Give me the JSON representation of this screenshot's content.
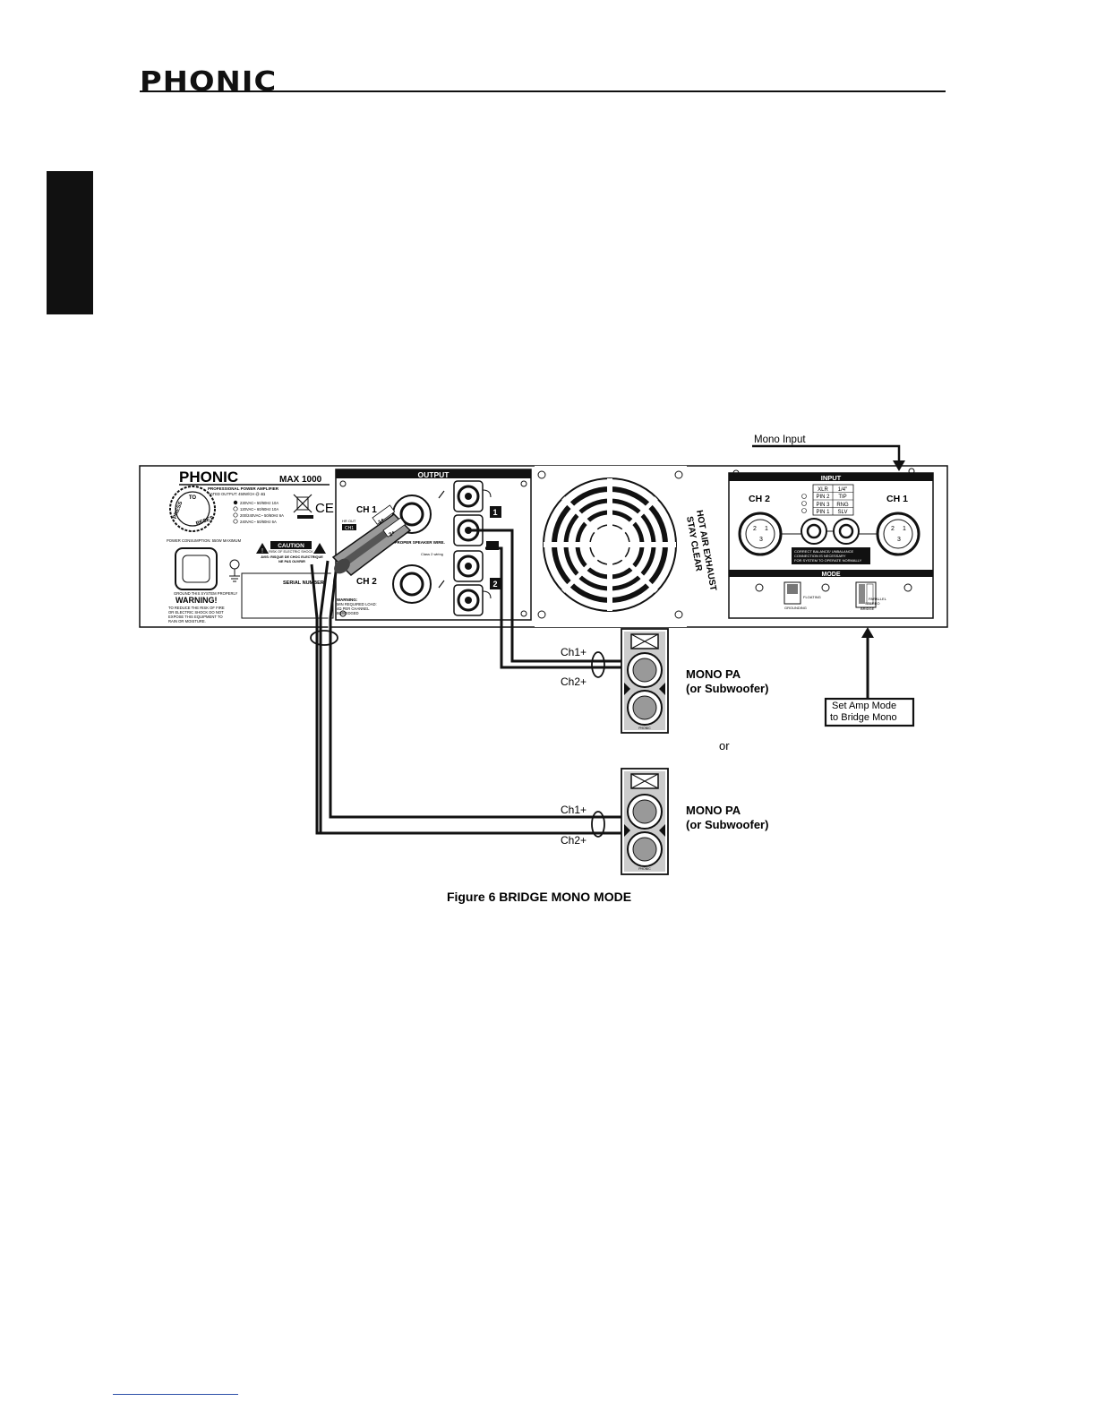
{
  "header": {
    "brand": "PHONIC"
  },
  "amp": {
    "brand": "PHONIC",
    "model": "MAX 1000",
    "subtitle": "PROFESSIONAL POWER AMPLIFIER",
    "rated_output": "RATED OUTPUT: 450W/CH @ 4Ω",
    "voltages": [
      "230VAC~ 50/60Hz 10A",
      "120VAC~ 60/60Hz 10A",
      "200/240VAC~ 50/60Hz 6A",
      "240VAC~ 50/60Hz 6A"
    ],
    "power_consumption": "POWER CONSUMPTION: 550W MAXIMUM",
    "breaker_top": "PRESS",
    "breaker_right": "TO",
    "breaker_bottom": "RESET",
    "caution": "CAUTION",
    "caution_sub1": "RISK OF ELECTRIC SHOCK",
    "caution_sub2": "AVIS: RISQUE DE CHOC ELECTRIQUE",
    "caution_sub3": "NE PAS OUVRIR",
    "ground_note": "GROUND THIS SYSTEM PROPERLY",
    "warning_title": "WARNING!",
    "warning_text": [
      "TO REDUCE THE RISK OF FIRE",
      "OR ELECTRIC SHOCK DO NOT",
      "EXPOSE THIS EQUIPMENT TO",
      "RAIN OR MOISTURE."
    ],
    "serial": "SERIAL NUMBER",
    "output_header": "OUTPUT",
    "output_ch1": "CH 1",
    "output_ch2": "CH 2",
    "hr_out": "HR OUT",
    "ch1_box": "CH1",
    "plug_label1": "1+",
    "plug_label2": "2+",
    "speaker_wire": "USE PROPER SPEAKER WIRE.",
    "class2": "Class 2 wiring",
    "out_warning_title": "WARNING:",
    "out_warning_text": [
      "MIN REQUIRED LOAD:",
      "4Ω PER CHANNEL",
      "8ΩBRIDGED"
    ],
    "pin_label_1": "1",
    "pin_label_2": "2",
    "exhaust1": "HOT AIR EXHAUST",
    "exhaust2": "STAY CLEAR",
    "input_header": "INPUT",
    "input_ch2": "CH 2",
    "input_ch1": "CH 1",
    "pin_table": [
      [
        "XLR",
        "1/4\""
      ],
      [
        "PIN 2",
        "TIP"
      ],
      [
        "PIN 3",
        "RNG"
      ],
      [
        "PIN 1",
        "SLV"
      ]
    ],
    "balance_note": [
      "CORRECT BALANCE/ UNBALANCE",
      "CONNECTION IS NECESSARY",
      "FOR SYSTEM TO OPERATE NORMALLY"
    ],
    "mode_header": "MODE",
    "mode_floating": "FLOATING",
    "mode_grounding": "GROUNDING",
    "mode_parallel": "PARALLEL",
    "mode_stereo": "STEREO",
    "mode_bridge": "BRIDGE",
    "xlr_pins": [
      "2",
      "1",
      "3"
    ]
  },
  "callouts": {
    "mono_input": "Mono Input",
    "set_amp_mode_1": "Set Amp Mode",
    "set_amp_mode_2": "to Bridge Mono",
    "or": "or"
  },
  "speakers": [
    {
      "ch1": "Ch1+",
      "ch2": "Ch2+",
      "title": "MONO PA",
      "sub": "(or Subwoofer)",
      "badge": "PHONIC"
    },
    {
      "ch1": "Ch1+",
      "ch2": "Ch2+",
      "title": "MONO PA",
      "sub": "(or Subwoofer)",
      "badge": "PHONIC"
    }
  ],
  "caption": "Figure 6  BRIDGE MONO MODE"
}
